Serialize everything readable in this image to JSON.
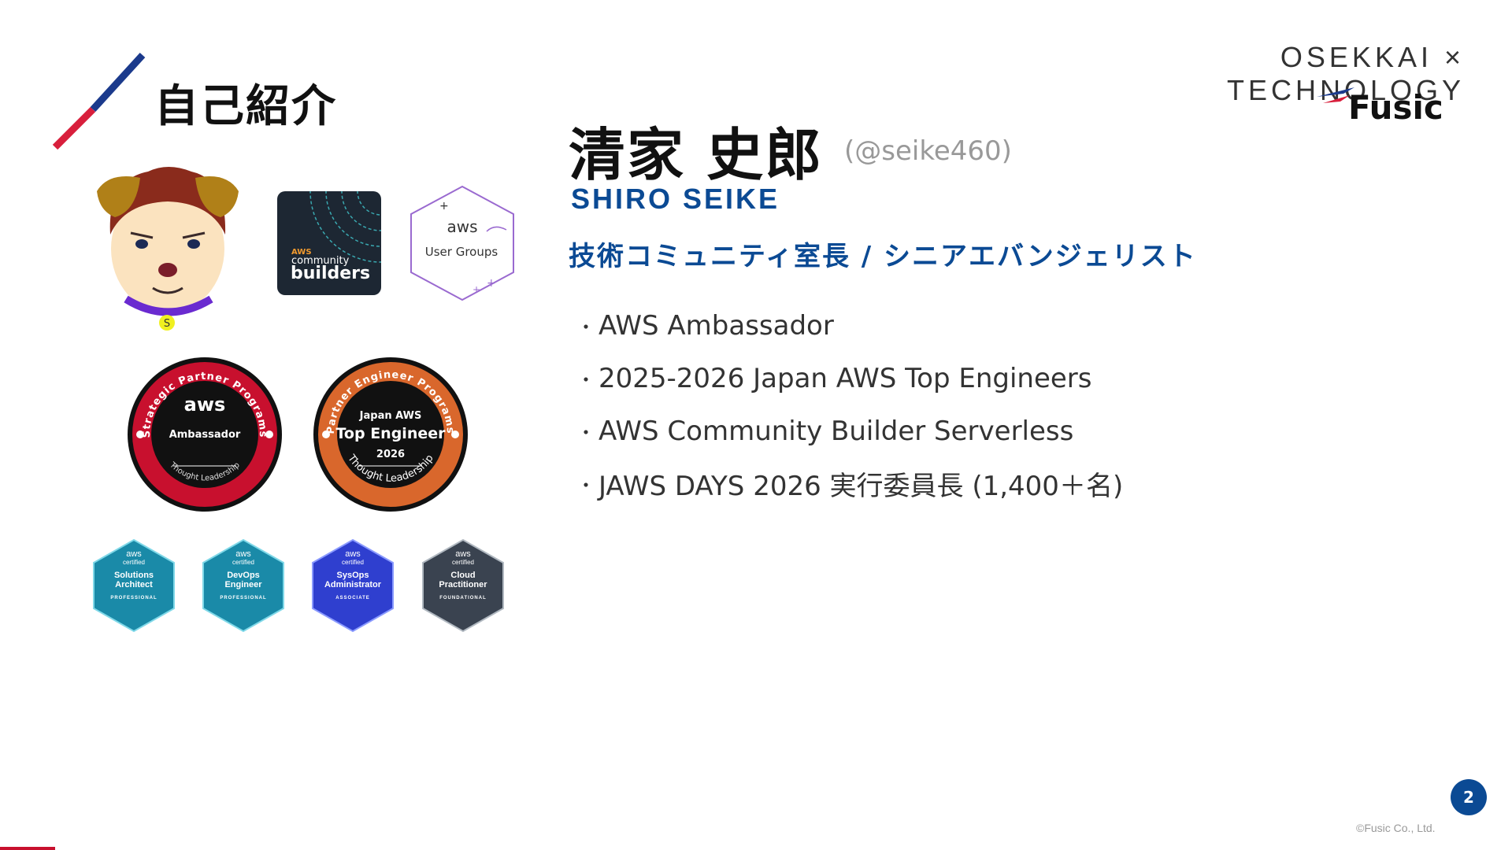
{
  "header": {
    "page_title": "自己紹介",
    "brand_tagline": "OSEKKAI × TECHNOLOGY",
    "brand_logo": "Fusic"
  },
  "profile": {
    "name": "清家 史郎",
    "handle": "(@seike460)",
    "romaji": "SHIRO SEIKE",
    "role": "技術コミュニティ室長 / シニアエバンジェリスト",
    "bullets": [
      "AWS Ambassador",
      "2025-2026 Japan AWS Top Engineers",
      "AWS Community Builder Serverless",
      "JAWS DAYS 2026 実行委員長 (1,400＋名)"
    ]
  },
  "badges": {
    "avatar_icon": "dog-avatar-icon",
    "avatar_tag": "S",
    "community_builders": {
      "line1": "AWS",
      "line2": "community",
      "line3": "builders"
    },
    "user_groups": {
      "aws": "aws",
      "label": "User Groups"
    },
    "ambassador": {
      "ring_top": "Strategic Partner Programs",
      "aws": "aws",
      "label": "Ambassador",
      "ring_bottom": "Thought Leadership"
    },
    "top_engineer": {
      "ring_top": "Partner Engineer Programs",
      "line1": "Japan AWS",
      "line2": "Top Engineer",
      "line3": "2026",
      "ring_bottom": "Thought Leadership"
    },
    "certs": [
      {
        "aws": "aws",
        "certified": "certified",
        "name1": "Solutions",
        "name2": "Architect",
        "level": "PROFESSIONAL",
        "color": "#1a8aa8"
      },
      {
        "aws": "aws",
        "certified": "certified",
        "name1": "DevOps",
        "name2": "Engineer",
        "level": "PROFESSIONAL",
        "color": "#1a8aa8"
      },
      {
        "aws": "aws",
        "certified": "certified",
        "name1": "SysOps",
        "name2": "Administrator",
        "level": "ASSOCIATE",
        "color": "#2f3fcf"
      },
      {
        "aws": "aws",
        "certified": "certified",
        "name1": "Cloud",
        "name2": "Practitioner",
        "level": "FOUNDATIONAL",
        "color": "#3a4350"
      }
    ]
  },
  "footer": {
    "page_number": "2",
    "copyright": "©Fusic Co., Ltd."
  },
  "colors": {
    "accent_blue": "#0b4a94",
    "accent_red": "#c8102e",
    "orange": "#e07030"
  }
}
